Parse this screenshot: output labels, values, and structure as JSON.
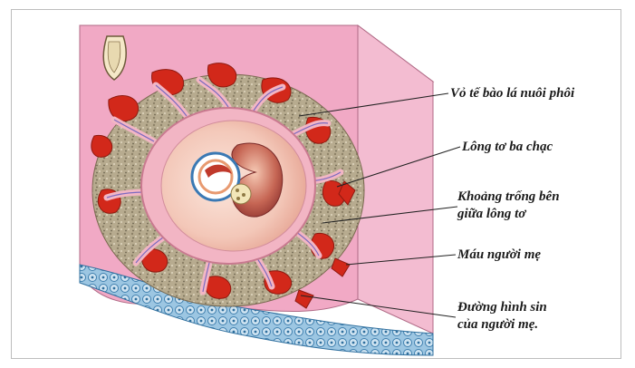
{
  "labels": [
    {
      "id": "trophoblast",
      "lines": [
        "Vỏ tế bào lá nuôi phôi"
      ]
    },
    {
      "id": "villi",
      "lines": [
        "Lông tơ ba chạc"
      ]
    },
    {
      "id": "intervillous-space",
      "lines": [
        "Khoảng trống bên",
        "giữa lông tơ"
      ]
    },
    {
      "id": "maternal-blood",
      "lines": [
        "Máu người mẹ"
      ]
    },
    {
      "id": "maternal-sinusoid",
      "lines": [
        "Đường hình sin",
        "của người mẹ."
      ]
    }
  ],
  "colors": {
    "tissue_front": "#f0a8c4",
    "tissue_top": "#f6c7da",
    "tissue_side": "#f4b9d0",
    "epithelium": "#8fb8d8",
    "granular": "#b8ad92",
    "blood": "#d42a1a",
    "villi": "#f2b0c0",
    "cavity": "#f5d5c8",
    "embryo_sac": "#c0585a"
  }
}
